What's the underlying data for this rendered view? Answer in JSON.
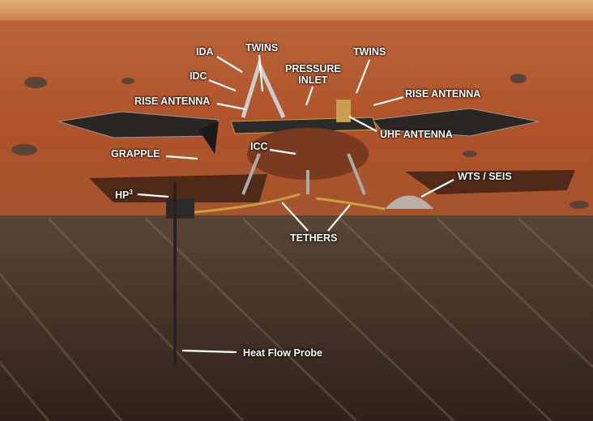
{
  "labels": {
    "ida": "IDA",
    "twins_left": "TWINS",
    "idc": "IDC",
    "pressure_inlet_1": "PRESSURE",
    "pressure_inlet_2": "INLET",
    "twins_right": "TWINS",
    "rise_antenna_left": "RISE ANTENNA",
    "rise_antenna_right": "RISE ANTENNA",
    "uhf_antenna": "UHF ANTENNA",
    "grapple": "GRAPPLE",
    "icc": "ICC",
    "hp3_base": "HP",
    "hp3_sup": "3",
    "wts_seis": "WTS / SEIS",
    "tethers": "TETHERS",
    "heat_flow_probe": "Heat Flow Probe"
  },
  "colors": {
    "sky": "#d9a46a",
    "ground": "#b4582c",
    "subsurface": "#3b2a20",
    "label": "#ffffff"
  }
}
